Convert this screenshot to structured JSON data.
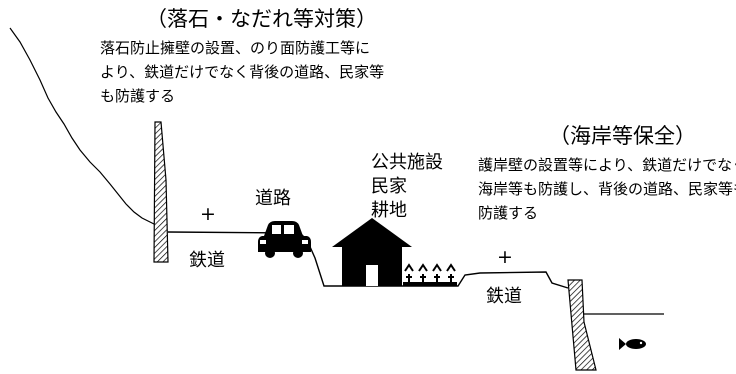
{
  "left": {
    "title": "（落石・なだれ等対策）",
    "lines": [
      "落石防止擁壁の設置、のり面防護工等に",
      "より、鉄道だけでなく背後の道路、民家等",
      "も防護する"
    ]
  },
  "right": {
    "title": "（海岸等保全）",
    "lines": [
      "護岸壁の設置等により、鉄道だけでなく",
      "海岸等も防護し、背後の道路、民家等も",
      "防護する"
    ]
  },
  "labels": {
    "railway_left": "鉄道",
    "road": "道路",
    "facilities": [
      "公共施設",
      "民家",
      "耕地"
    ],
    "railway_right": "鉄道",
    "cross": "+"
  }
}
